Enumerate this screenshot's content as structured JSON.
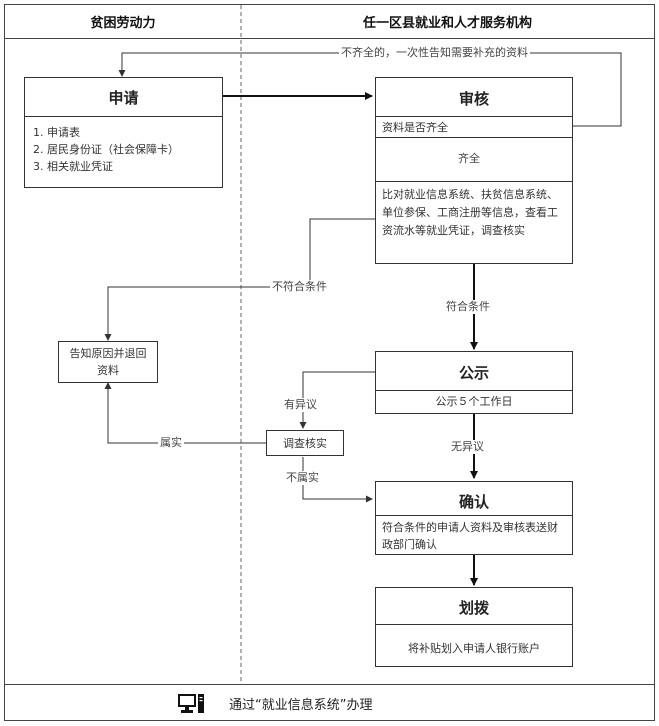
{
  "columns": {
    "left": "贫困劳动力",
    "right": "任一区县就业和人才服务机构"
  },
  "apply": {
    "title": "申请",
    "items": [
      "1. 申请表",
      "2. 居民身份证（社会保障卡）",
      "3. 相关就业凭证"
    ]
  },
  "review": {
    "title": "审核",
    "check": "资料是否齐全",
    "compare": "比对就业信息系统、扶贫信息系统、单位参保、工商注册等信息，查看工资流水等就业凭证，调查核实"
  },
  "notify_box": "告知原因并退回资料",
  "publicity": {
    "title": "公示",
    "detail": "公示５个工作日"
  },
  "investigate_box": "调查核实",
  "confirm": {
    "title": "确认",
    "detail": "符合条件的申请人资料及审核表送财政部门确认"
  },
  "allocate": {
    "title": "划拨",
    "detail": "将补贴划入申请人银行账户"
  },
  "labels": {
    "incomplete": "不齐全的，一次性告知需要补充的资料",
    "complete": "齐全",
    "not_qualified": "不符合条件",
    "qualified": "符合条件",
    "has_objection": "有异议",
    "no_objection": "无异议",
    "true_case": "属实",
    "not_true": "不属实"
  },
  "footer": {
    "text": "通过“就业信息系统”办理",
    "icon": "computer-icon"
  }
}
